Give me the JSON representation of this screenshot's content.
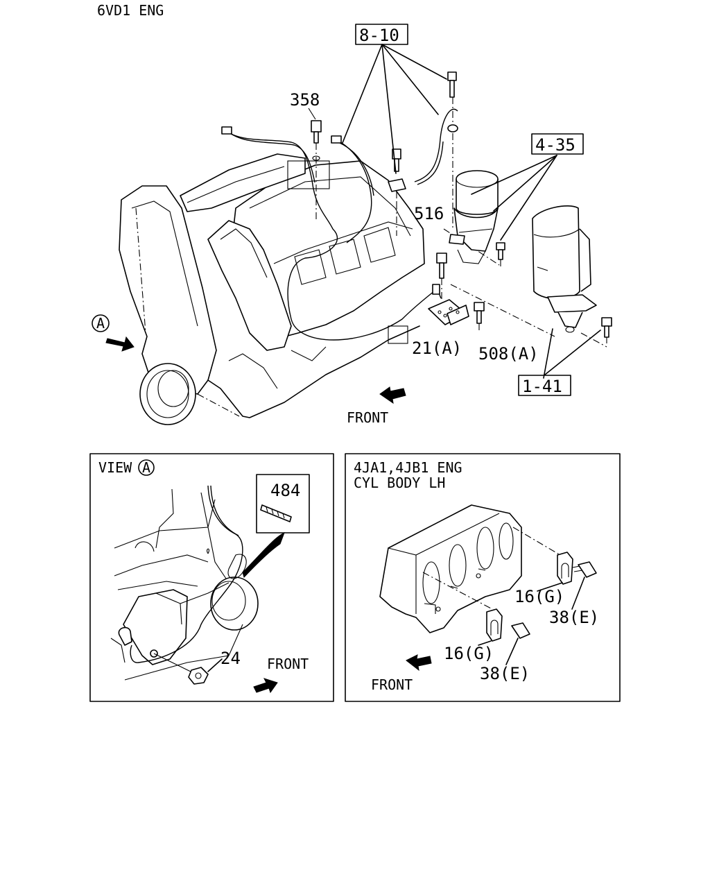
{
  "header": {
    "engine_label": "6VD1 ENG"
  },
  "callouts": {
    "c_8_10": "8-10",
    "c_4_35": "4-35",
    "c_1_41": "1-41",
    "c_358": "358",
    "c_516": "516",
    "c_21a": "21(A)",
    "c_508a": "508(A)",
    "view_marker": "A",
    "front": "FRONT"
  },
  "panel_view": {
    "title": "VIEW",
    "marker": "A",
    "c_484": "484",
    "c_24": "24",
    "front": "FRONT"
  },
  "panel_4ja1": {
    "title_line1": "4JA1,4JB1 ENG",
    "title_line2": "CYL BODY LH",
    "c_16g_a": "16(G)",
    "c_38e_a": "38(E)",
    "c_16g_b": "16(G)",
    "c_38e_b": "38(E)",
    "front": "FRONT"
  }
}
